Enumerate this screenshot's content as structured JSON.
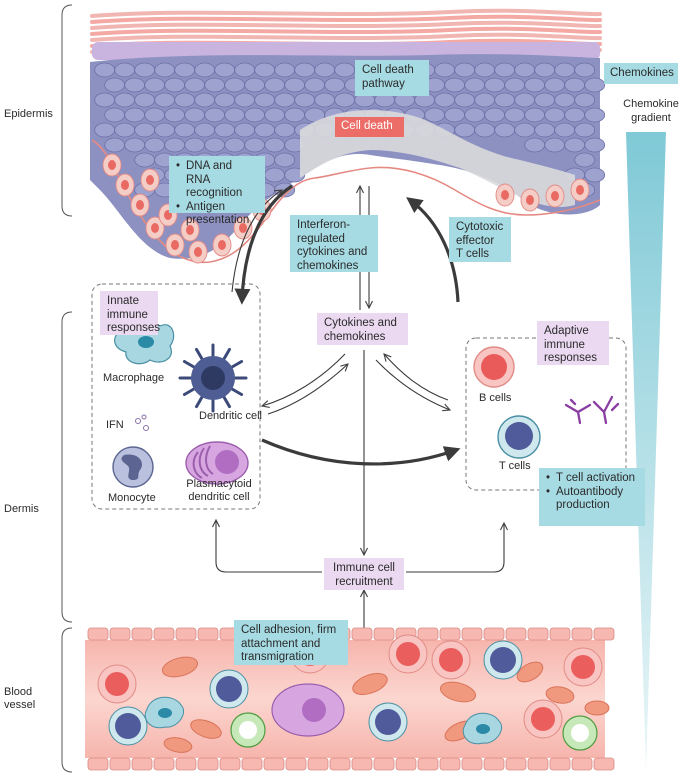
{
  "regions": {
    "epidermis": "Epidermis",
    "dermis": "Dermis",
    "blood_vessel": "Blood\nvessel"
  },
  "legend": {
    "chemokines": "Chemokines",
    "gradient": "Chemokine\ngradient"
  },
  "epidermis": {
    "cell_death_pathway": "Cell death\npathway",
    "cell_death": "Cell death",
    "recognition": [
      "DNA and RNA recognition",
      "Antigen presentation"
    ],
    "interferon": "Interferon-\nregulated\ncytokines and\nchemokines",
    "cytotoxic": "Cytotoxic\neffector\nT cells"
  },
  "dermis": {
    "innate_title": "Innate\nimmune\nresponses",
    "adaptive_title": "Adaptive\nimmune\nresponses",
    "cytokines": "Cytokines and\nchemokines",
    "cells": {
      "macrophage": "Macrophage",
      "dendritic": "Dendritic cell",
      "ifn": "IFN",
      "monocyte": "Monocyte",
      "pdc": "Plasmacytoid\ndendritic cell",
      "bcells": "B cells",
      "tcells": "T cells"
    },
    "adaptive_outcomes": [
      "T cell activation",
      "Autoantibody production"
    ],
    "recruitment": "Immune cell\nrecruitment"
  },
  "vessel": {
    "adhesion": "Cell adhesion, firm\nattachment and\ntransmigration"
  },
  "colors": {
    "cyan_box": "#a6dbe3",
    "lilac_box": "#ead9f0",
    "cell_death_box": "#ec6d68",
    "vessel_fill": "#f6c7bf",
    "keratinocyte": "#8d91c2"
  }
}
